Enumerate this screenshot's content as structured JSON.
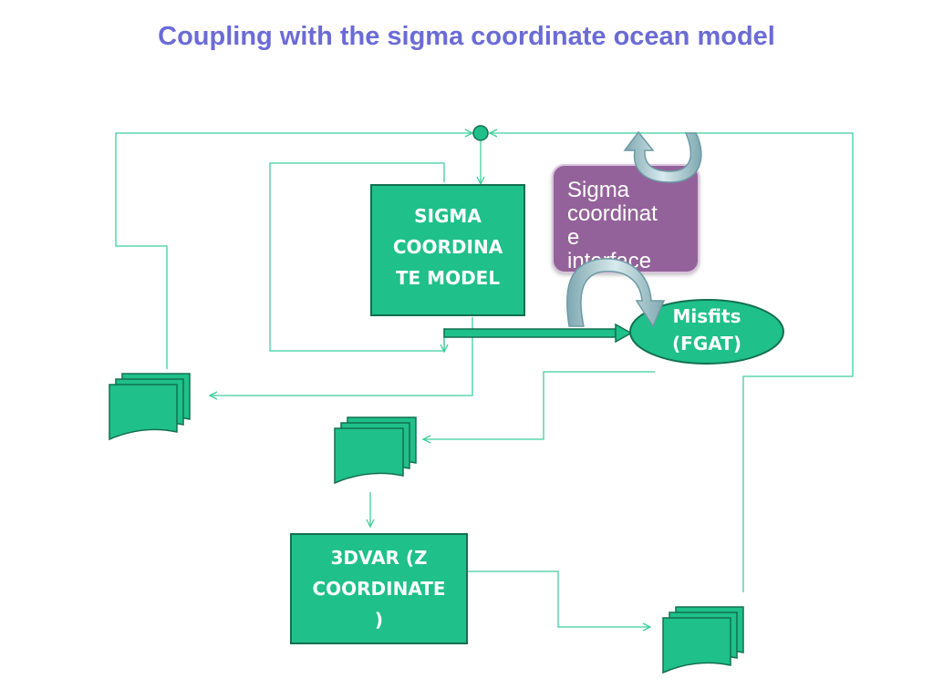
{
  "title": "Coupling with the sigma coordinate ocean model",
  "nodes": {
    "sigma_model": "SIGMA\nCOORDINA\nTE MODEL",
    "sigma_interface": "Sigma\ncoordinat\ne\ninterface",
    "misfits": "Misfits\n(FGAT)",
    "var3d": "3DVAR (Z\nCOORDINATE\n)"
  },
  "colors": {
    "title": "#6b6bd6",
    "box_fill": "#1fc08a",
    "box_border": "#12704f",
    "interface_fill": "#94629a",
    "line": "#3ecf9a"
  }
}
